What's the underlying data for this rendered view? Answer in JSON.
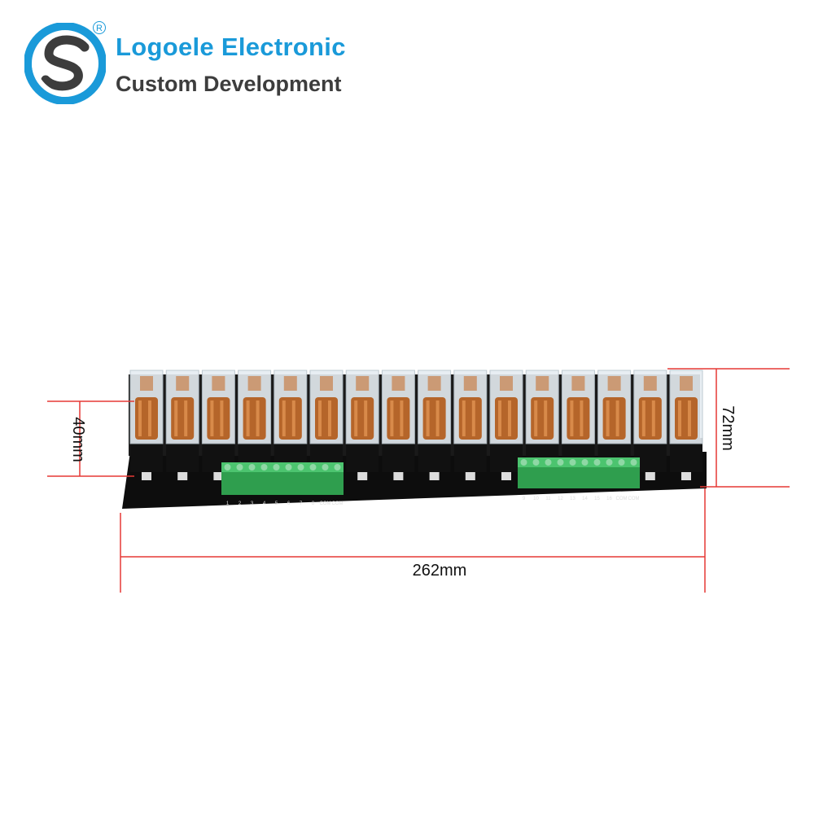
{
  "brand": {
    "name": "Logoele Electronic",
    "tagline": "Custom Development",
    "registered_mark": "R",
    "colors": {
      "blue": "#1a9ad9",
      "dark": "#3d3d3d",
      "dimension": "#e53935"
    }
  },
  "product": {
    "relay_count": 16,
    "terminal_block_left": [
      "1",
      "2",
      "3",
      "4",
      "5",
      "6",
      "7",
      "8",
      "COM",
      "COM"
    ],
    "terminal_block_right": [
      "9",
      "10",
      "11",
      "12",
      "13",
      "14",
      "15",
      "16",
      "COM",
      "COM"
    ]
  },
  "dimensions": {
    "height_relay": "40mm",
    "height_total": "72mm",
    "width": "262mm"
  }
}
